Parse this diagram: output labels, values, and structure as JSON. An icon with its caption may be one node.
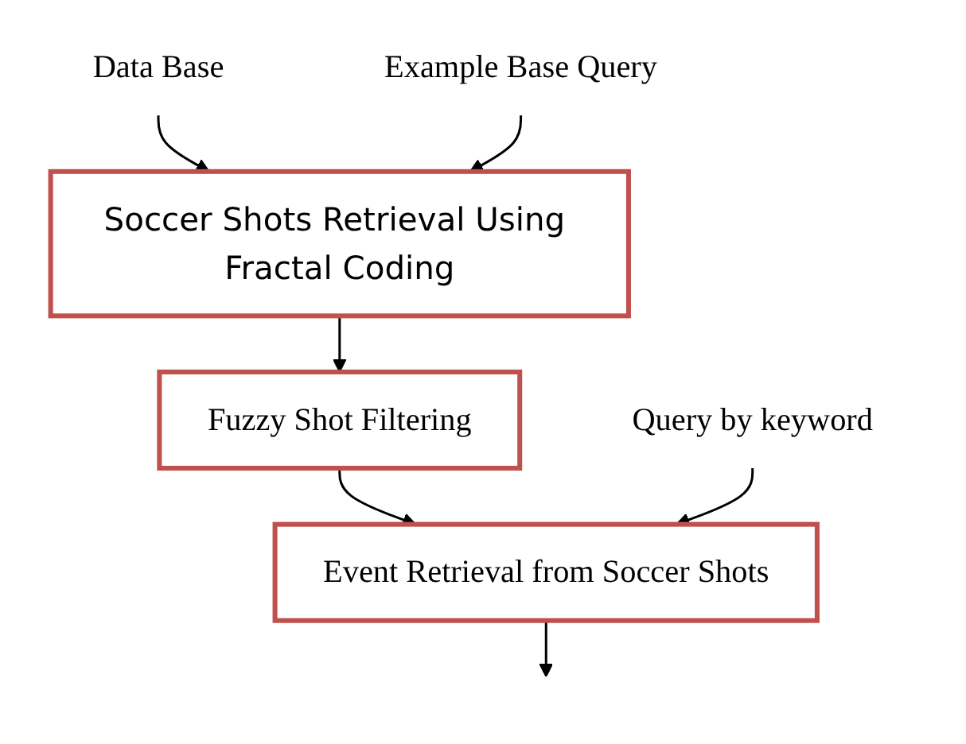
{
  "diagram": {
    "nodes": [
      {
        "text": [
          "Data Base"
        ]
      },
      {
        "text": [
          "Soccer Shots Retrieval Using Fractal Coding"
        ]
      },
      {
        "text": [
          "Example Base Query"
        ]
      },
      {
        "text": [
          "Fuzzy Shot Filtering"
        ]
      },
      {
        "text": [
          "Event Retrieval from Soccer Shots"
        ]
      },
      {
        "text": [
          "Query by keyword"
        ]
      }
    ],
    "edges": [
      {
        "from": 0,
        "to": 1,
        "arrow": "to"
      },
      {
        "from": 2,
        "to": 1,
        "arrow": "to"
      },
      {
        "from": 1,
        "to": 3,
        "arrow": "to"
      },
      {
        "from": 3,
        "to": 4,
        "arrow": "to"
      },
      {
        "from": 5,
        "to": 4,
        "arrow": "to"
      },
      {
        "from": 4,
        "to": null,
        "arrow": "to"
      }
    ]
  }
}
